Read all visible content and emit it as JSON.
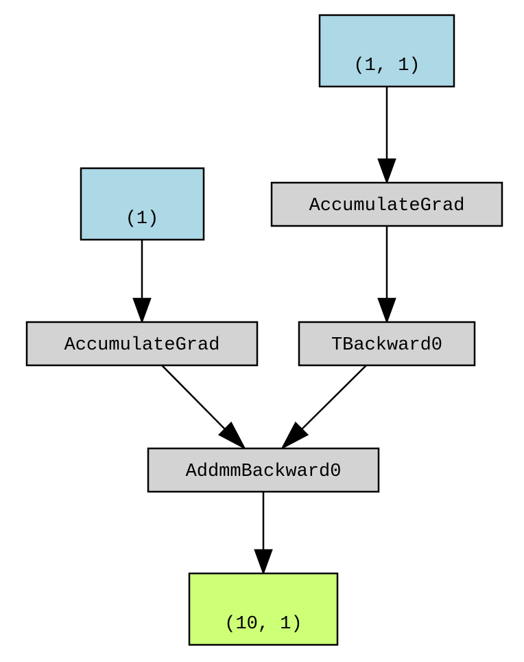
{
  "colors": {
    "param": "#add8e6",
    "op": "#d3d3d3",
    "output": "#cdff77",
    "stroke": "#000000"
  },
  "nodes": {
    "weight_param": {
      "label": "(1, 1)",
      "kind": "param"
    },
    "bias_param": {
      "label": "(1)",
      "kind": "param"
    },
    "accumulate_grad_weight": {
      "label": "AccumulateGrad",
      "kind": "op"
    },
    "accumulate_grad_bias": {
      "label": "AccumulateGrad",
      "kind": "op"
    },
    "t_backward": {
      "label": "TBackward0",
      "kind": "op"
    },
    "addmm_backward": {
      "label": "AddmmBackward0",
      "kind": "op"
    },
    "output": {
      "label": "(10, 1)",
      "kind": "output"
    }
  },
  "edges": [
    {
      "from": "weight_param",
      "to": "accumulate_grad_weight"
    },
    {
      "from": "bias_param",
      "to": "accumulate_grad_bias"
    },
    {
      "from": "accumulate_grad_weight",
      "to": "t_backward"
    },
    {
      "from": "accumulate_grad_bias",
      "to": "addmm_backward"
    },
    {
      "from": "t_backward",
      "to": "addmm_backward"
    },
    {
      "from": "addmm_backward",
      "to": "output"
    }
  ]
}
